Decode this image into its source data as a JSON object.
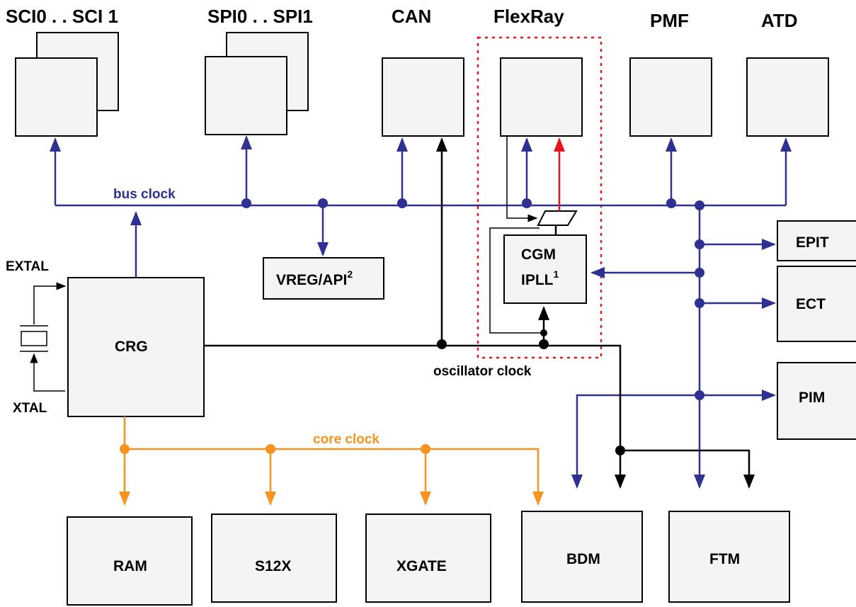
{
  "modules": {
    "sci": "SCI0 . . SCI 1",
    "spi": "SPI0 . . SPI1",
    "can": "CAN",
    "flexray": "FlexRay",
    "pmf": "PMF",
    "atd": "ATD",
    "vreg": "VREG/API",
    "vreg_sup": "2",
    "cgm_line1": "CGM",
    "cgm_line2": "IPLL",
    "cgm_sup": "1",
    "epit": "EPIT",
    "ect": "ECT",
    "pim": "PIM",
    "crg": "CRG",
    "ram": "RAM",
    "s12x": "S12X",
    "xgate": "XGATE",
    "bdm": "BDM",
    "ftm": "FTM"
  },
  "signals": {
    "extal": "EXTAL",
    "xtal": "XTAL",
    "bus_clock": "bus clock",
    "core_clock": "core clock",
    "oscillator_clock": "oscillator clock"
  },
  "colors": {
    "bus_clock": "#2e3192",
    "core_clock": "#f7931e",
    "oscillator_clock": "#000000",
    "flexray_pll_clock": "#e8141c",
    "flexray_region_border": "#e8141c",
    "box_fill": "#f4f4f4"
  }
}
